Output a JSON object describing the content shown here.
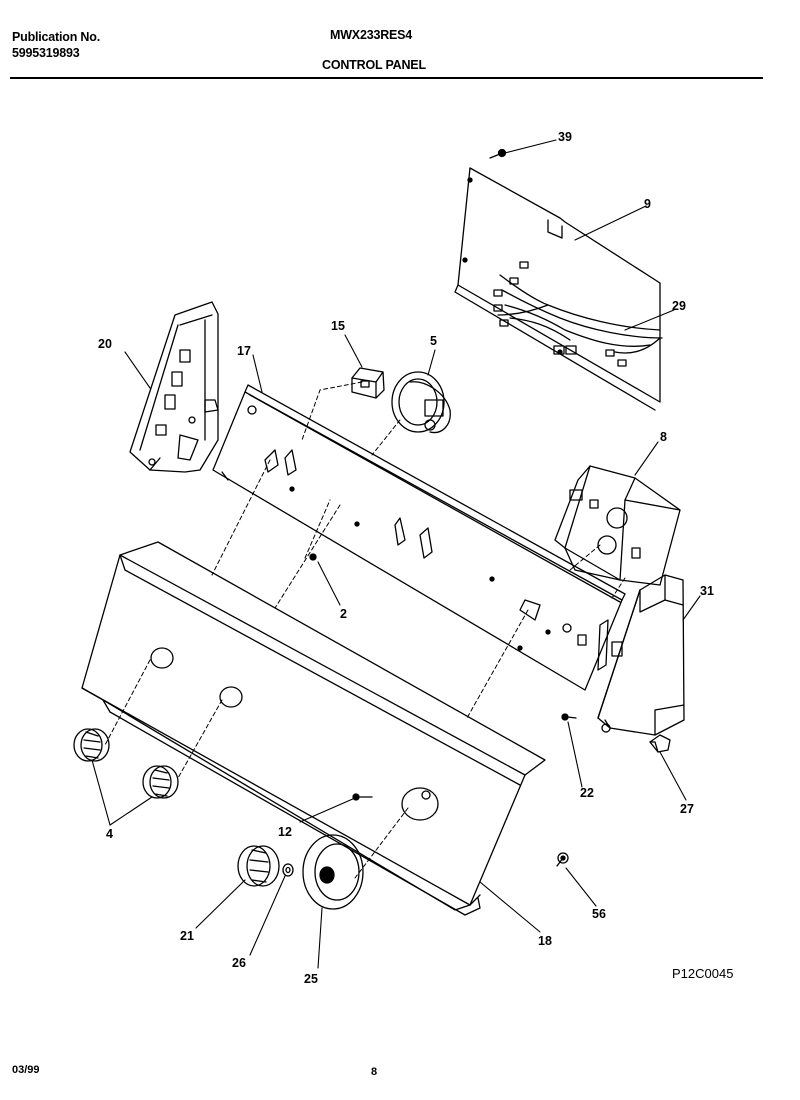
{
  "header": {
    "publication_label": "Publication No.",
    "publication_number": "5995319893",
    "model": "MWX233RES4",
    "section": "CONTROL PANEL"
  },
  "diagram": {
    "code": "P12C0045",
    "callouts": [
      "39",
      "9",
      "29",
      "20",
      "15",
      "5",
      "17",
      "8",
      "2",
      "31",
      "22",
      "27",
      "4",
      "12",
      "21",
      "26",
      "25",
      "18",
      "56"
    ]
  },
  "footer": {
    "date": "03/99",
    "page": "8"
  }
}
